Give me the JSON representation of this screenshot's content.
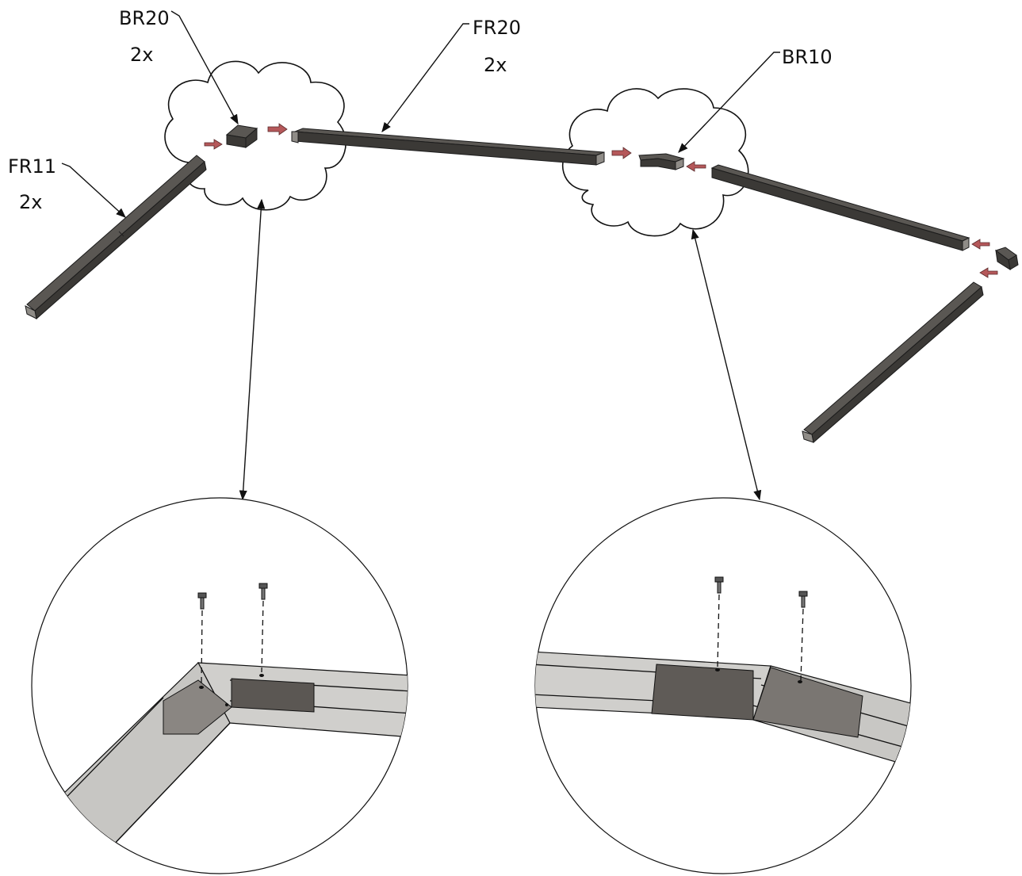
{
  "labels": {
    "br20": {
      "code": "BR20",
      "qty": "2x"
    },
    "fr20": {
      "code": "FR20",
      "qty": "2x"
    },
    "br10": {
      "code": "BR10"
    },
    "fr11": {
      "code": "FR11",
      "qty": "2x"
    }
  },
  "colors": {
    "arrow": "#b5585a",
    "beam": "#4a4744"
  }
}
